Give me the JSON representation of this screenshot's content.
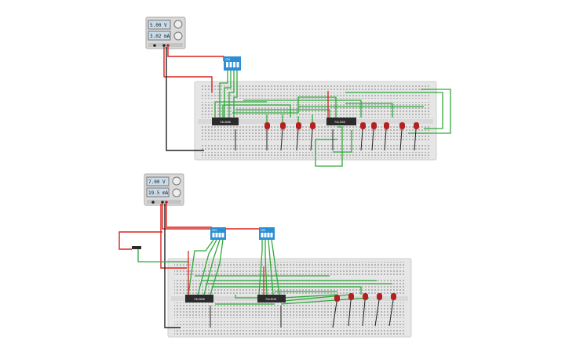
{
  "canvas": {
    "background": "#ffffff",
    "breadboard_color": "#e8e8e8",
    "wire_green": "#2eaa3a",
    "wire_red": "#d9231f",
    "wire_black": "#222222",
    "chip_color": "#2b2b2b",
    "dip_color": "#2b8fd6",
    "led_color": "#b42020"
  },
  "circuit1": {
    "power_supply": {
      "voltage": "5.00 V",
      "current": "3.02 mA",
      "knob_icon": "knob-icon"
    },
    "dip_switch": {
      "label": "ON"
    },
    "chips": [
      "74LS86",
      "74LS83"
    ]
  },
  "circuit2": {
    "power_supply": {
      "voltage": "7.00 V",
      "current": "19.5 mA",
      "knob_icon": "knob-icon"
    },
    "dip_switches": [
      {
        "label": "ON"
      },
      {
        "label": "ON"
      }
    ],
    "chips": [
      "74LS86",
      "74LS08"
    ]
  }
}
